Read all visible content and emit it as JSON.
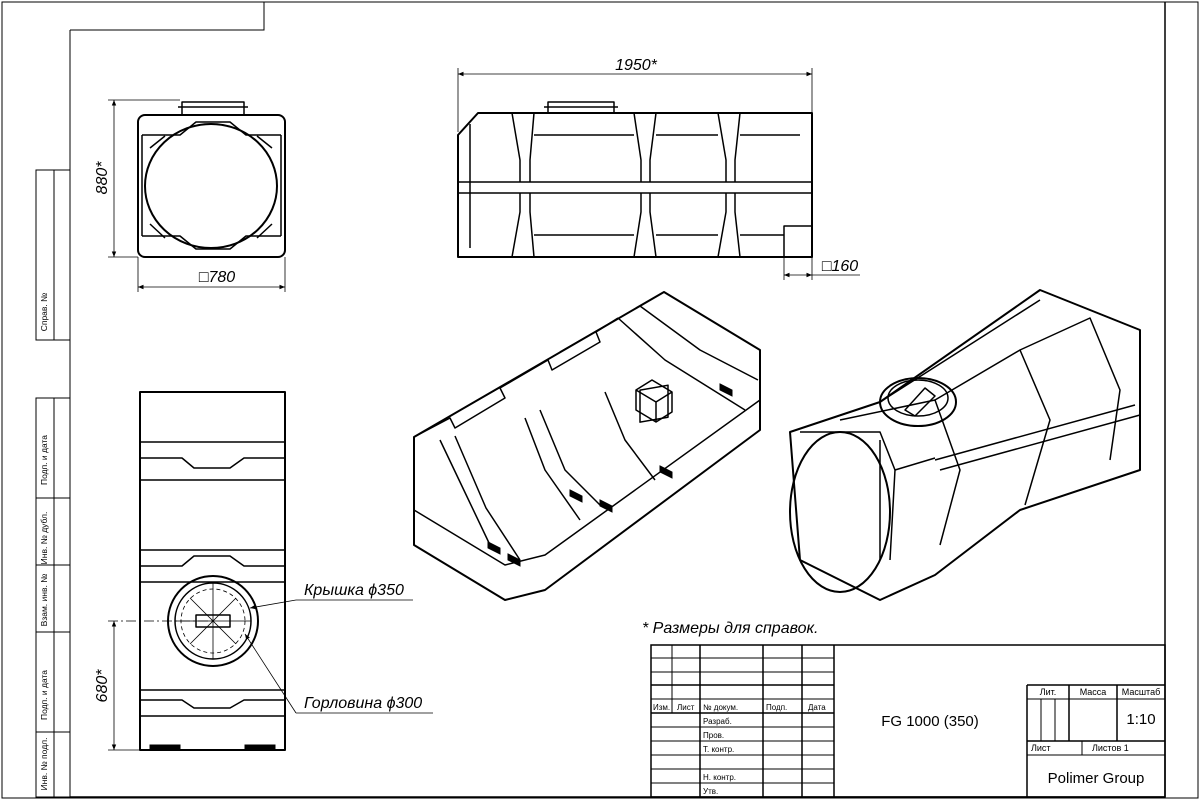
{
  "dimensions": {
    "length": "1950*",
    "height": "880*",
    "width": "□780",
    "outlet": "□160",
    "lower_height": "680*"
  },
  "callouts": {
    "lid": "Крышка ϕ350",
    "neck": "Горловина ϕ300"
  },
  "note": "* Размеры для справок.",
  "side_stamp": {
    "sprav": "Справ. №",
    "podp_data_1": "Подп. и дата",
    "inv_dubl": "Инв. № дубл.",
    "vzam_inv": "Взам. инв. №",
    "podp_data_2": "Подп. и дата",
    "inv_podl": "Инв. № подл."
  },
  "title_block": {
    "izm": "Изм.",
    "list": "Лист",
    "doc_no": "№ докум.",
    "podp": "Подп.",
    "data": "Дата",
    "razrab": "Разраб.",
    "prov": "Пров.",
    "t_kontr": "Т. контр.",
    "n_kontr": "Н. контр.",
    "utv": "Утв.",
    "designation": "FG 1000 (350)",
    "lit": "Лит.",
    "massa": "Масса",
    "masshtab": "Масштаб",
    "scale_value": "1:10",
    "sheet_label": "Лист",
    "sheets_label": "Листов 1",
    "company": "Polimer Group"
  }
}
